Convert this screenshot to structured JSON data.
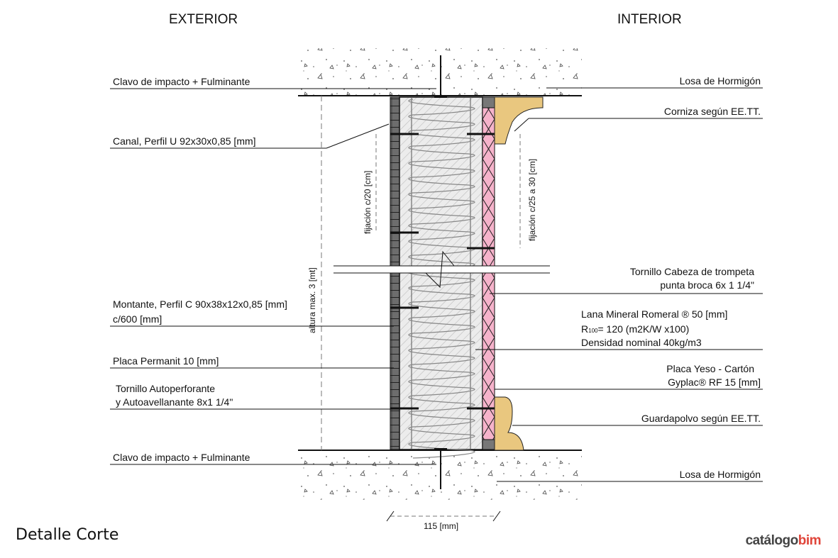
{
  "headers": {
    "exterior": "EXTERIOR",
    "interior": "INTERIOR"
  },
  "left_labels": [
    {
      "text": "Clavo de impacto + Fulminante"
    },
    {
      "text": "Canal, Perfil U 92x30x0,85 [mm]"
    },
    {
      "text": "Montante, Perfil C 90x38x12x0,85 [mm]",
      "line2": "c/600 [mm]"
    },
    {
      "text": "Placa Permanit 10 [mm]"
    },
    {
      "text": "Tornillo Autoperforante",
      "line2": "y Autoavellanante 8x1 1/4\""
    },
    {
      "text": "Clavo de impacto + Fulminante"
    }
  ],
  "right_labels": [
    {
      "text": "Losa de Hormigón"
    },
    {
      "text": "Corniza según EE.TT."
    },
    {
      "text": "Tornillo  Cabeza de trompeta",
      "line2": "punta broca 6x 1 1/4\""
    },
    {
      "text": "Lana Mineral Romeral  ® 50 [mm]",
      "line2_main": "R",
      "line2_sub": "100",
      "line2_rest": "= 120 (m2K/W x100)",
      "line3": "Densidad nominal 40kg/m3"
    },
    {
      "text": "Placa Yeso - Cartón",
      "line2": "Gyplac® RF 15 [mm]"
    },
    {
      "text": "Guardapolvo según EE.TT."
    },
    {
      "text": "Losa de Hormigón"
    }
  ],
  "dimensions": {
    "height": "altura max. 3 [mt]",
    "fix_left": "fijación c/20 [cm]",
    "fix_right": "fijación c/25 a 30 [cm]",
    "width": "115 [mm]"
  },
  "footer": {
    "title": "Detalle Corte",
    "logo_a": "catálogo",
    "logo_b": "bim"
  },
  "colors": {
    "gypsum": "#f6b3cb",
    "wood": "#e9c77f",
    "permanit": "#6d6d6d",
    "insulation": "#e6e6e6"
  }
}
